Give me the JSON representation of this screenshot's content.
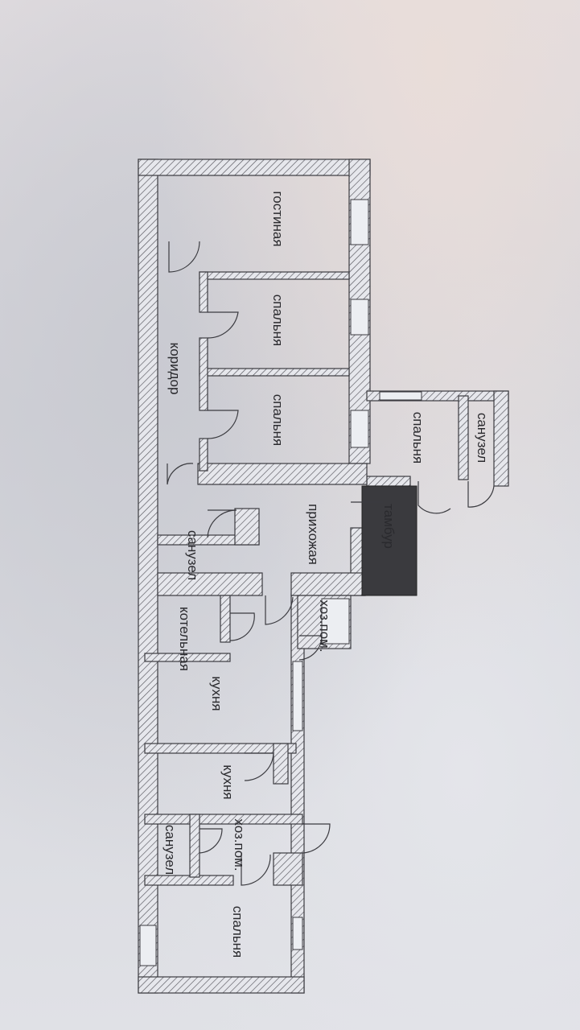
{
  "floor_plan": {
    "rooms": [
      {
        "id": "living",
        "label": "гостиная"
      },
      {
        "id": "bed1",
        "label": "спальня"
      },
      {
        "id": "bed2",
        "label": "спальня"
      },
      {
        "id": "corridor",
        "label": "коридор"
      },
      {
        "id": "bed3",
        "label": "спальня"
      },
      {
        "id": "bath1",
        "label": "санузел"
      },
      {
        "id": "vestibule",
        "label": "тамбур"
      },
      {
        "id": "hall",
        "label": "прихожая"
      },
      {
        "id": "bath2",
        "label": "санузел"
      },
      {
        "id": "utility1",
        "label": "хоз.пом."
      },
      {
        "id": "boiler",
        "label": "котельная"
      },
      {
        "id": "kitchen1",
        "label": "кухня"
      },
      {
        "id": "kitchen2",
        "label": "кухня"
      },
      {
        "id": "utility2",
        "label": "хоз.пом."
      },
      {
        "id": "bath3",
        "label": "санузел"
      },
      {
        "id": "bed4",
        "label": "спальня"
      }
    ],
    "colors": {
      "wall": "#3b3b40",
      "vestibule_fill": "#3a3a3e",
      "paper": "#dcdde2"
    }
  }
}
